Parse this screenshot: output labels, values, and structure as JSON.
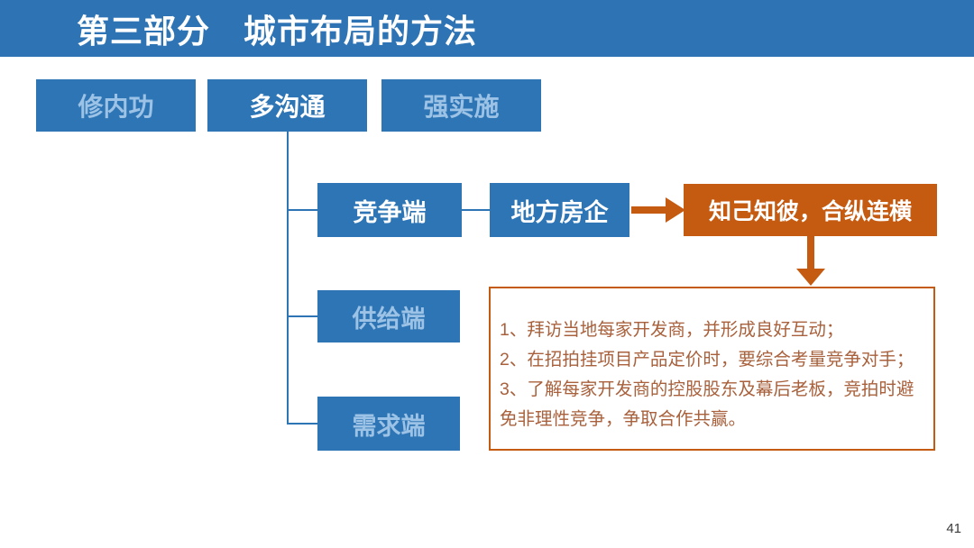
{
  "slide": {
    "header": {
      "title": "第三部分　城市布局的方法"
    },
    "page_number": "41"
  },
  "top_row": {
    "items": [
      {
        "label": "修内功",
        "emphasized": false
      },
      {
        "label": "多沟通",
        "emphasized": true
      },
      {
        "label": "强实施",
        "emphasized": false
      }
    ]
  },
  "tree": {
    "branches": [
      {
        "label": "竞争端",
        "emphasized": true
      },
      {
        "label": "供给端",
        "emphasized": false
      },
      {
        "label": "需求端",
        "emphasized": false
      }
    ]
  },
  "flow": {
    "node_label": "地方房企",
    "callout_label": "知己知彼，合纵连横"
  },
  "notes_box": {
    "items": [
      "1、拜访当地每家开发商，并形成良好互动；",
      "2、在招拍挂项目产品定价时，要综合考量竞争对手；",
      "3、了解每家开发商的控股股东及幕后老板，竞拍时避免非理性竞争，争取合作共赢。"
    ]
  },
  "colors": {
    "primary_blue": "#2E75B6",
    "header_blue": "#2E74B5",
    "muted_label_blue": "#9CC2E5",
    "accent_orange": "#C55A11",
    "notes_text_brown": "#A8613C",
    "page_number_gray": "#3B3B3B"
  }
}
